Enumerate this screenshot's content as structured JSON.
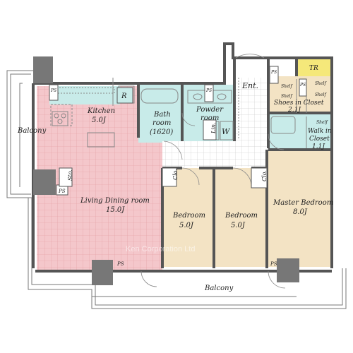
{
  "floorplan": {
    "rooms": {
      "ent": "Ent.",
      "tr": "TR",
      "kitchen_name": "Kitchen",
      "kitchen_size": "5.0J",
      "bath_name": "Bath",
      "bath_room": "room",
      "bath_size": "(1620)",
      "powder_line1": "Powder",
      "powder_line2": "room",
      "lin": "Lin.",
      "w": "W",
      "shoes_line1": "Shoes in Closet",
      "shoes_size": "2.1J",
      "walkin_line1": "Walk in",
      "walkin_line2": "Closet",
      "walkin_size": "1.1J",
      "living_name": "Living Dining room",
      "living_size": "15.0J",
      "bed1_name": "Bedroom",
      "bed1_size": "5.0J",
      "bed2_name": "Bedroom",
      "bed2_size": "5.0J",
      "master_name": "Master Bedroom",
      "master_size": "8.0J",
      "clo": "Clo.",
      "sto": "Sto.",
      "balcony": "Balcony",
      "shelf": "Shelf",
      "ps": "PS",
      "r": "R",
      "watermark": "Ken Corporation Ltd"
    },
    "colors": {
      "living_fill": "#f4c7cb",
      "wet_fill": "#c8ebe9",
      "bedroom_fill": "#f3e3c4",
      "tr_fill": "#f5e87a",
      "wall": "#555555",
      "pillar": "#777777"
    }
  }
}
